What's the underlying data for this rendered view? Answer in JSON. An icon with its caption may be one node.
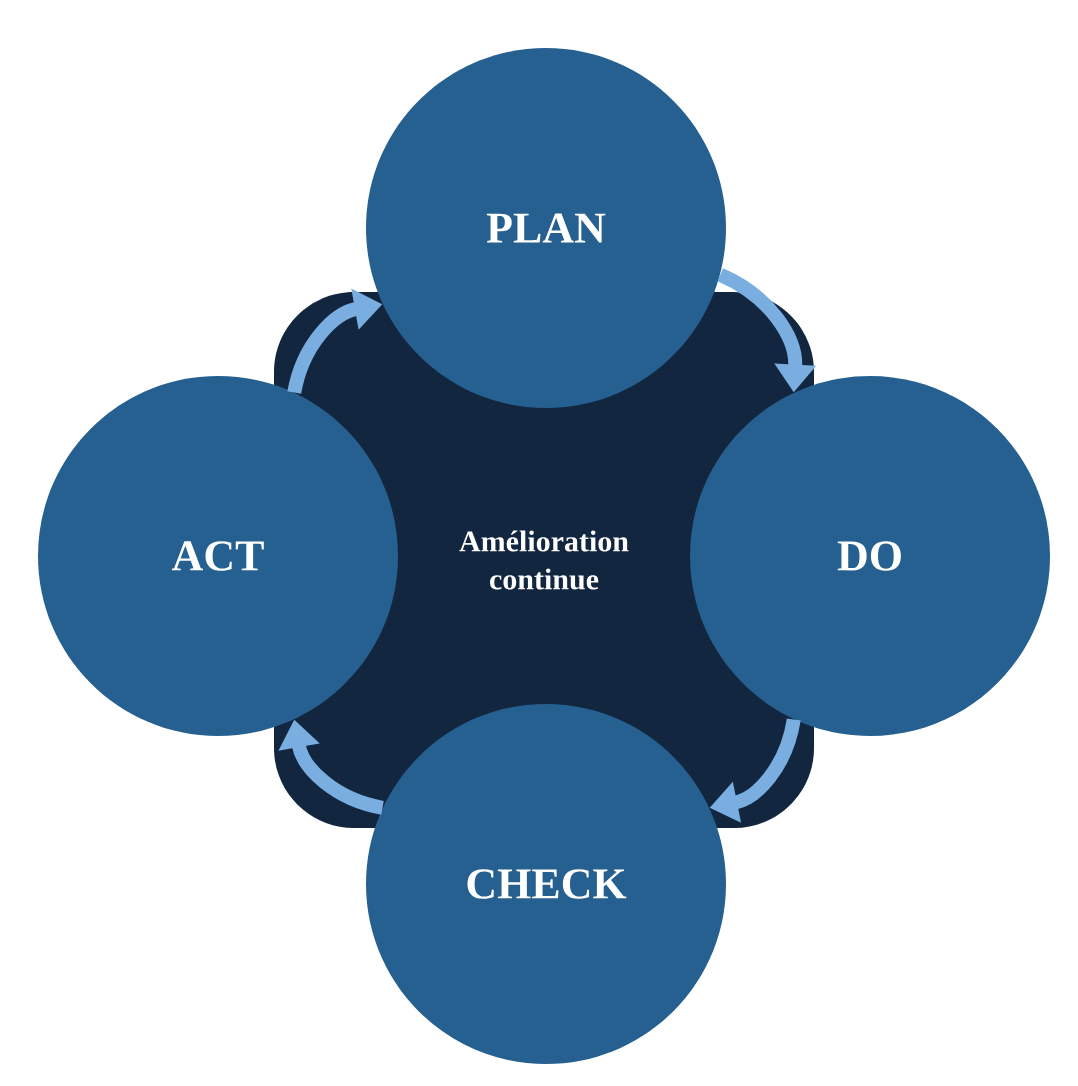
{
  "diagram": {
    "nodes": [
      {
        "text": [
          "PLAN"
        ]
      },
      {
        "text": [
          "DO"
        ]
      },
      {
        "text": [
          "CHECK"
        ]
      },
      {
        "text": [
          "ACT"
        ]
      },
      {
        "text": [
          "Amélioration continue"
        ]
      }
    ],
    "edges": [
      {
        "from": 0,
        "to": 1,
        "arrow": "to"
      },
      {
        "from": 1,
        "to": 2,
        "arrow": "to"
      },
      {
        "from": 2,
        "to": 3,
        "arrow": "to"
      },
      {
        "from": 3,
        "to": 0,
        "arrow": "to"
      }
    ]
  }
}
